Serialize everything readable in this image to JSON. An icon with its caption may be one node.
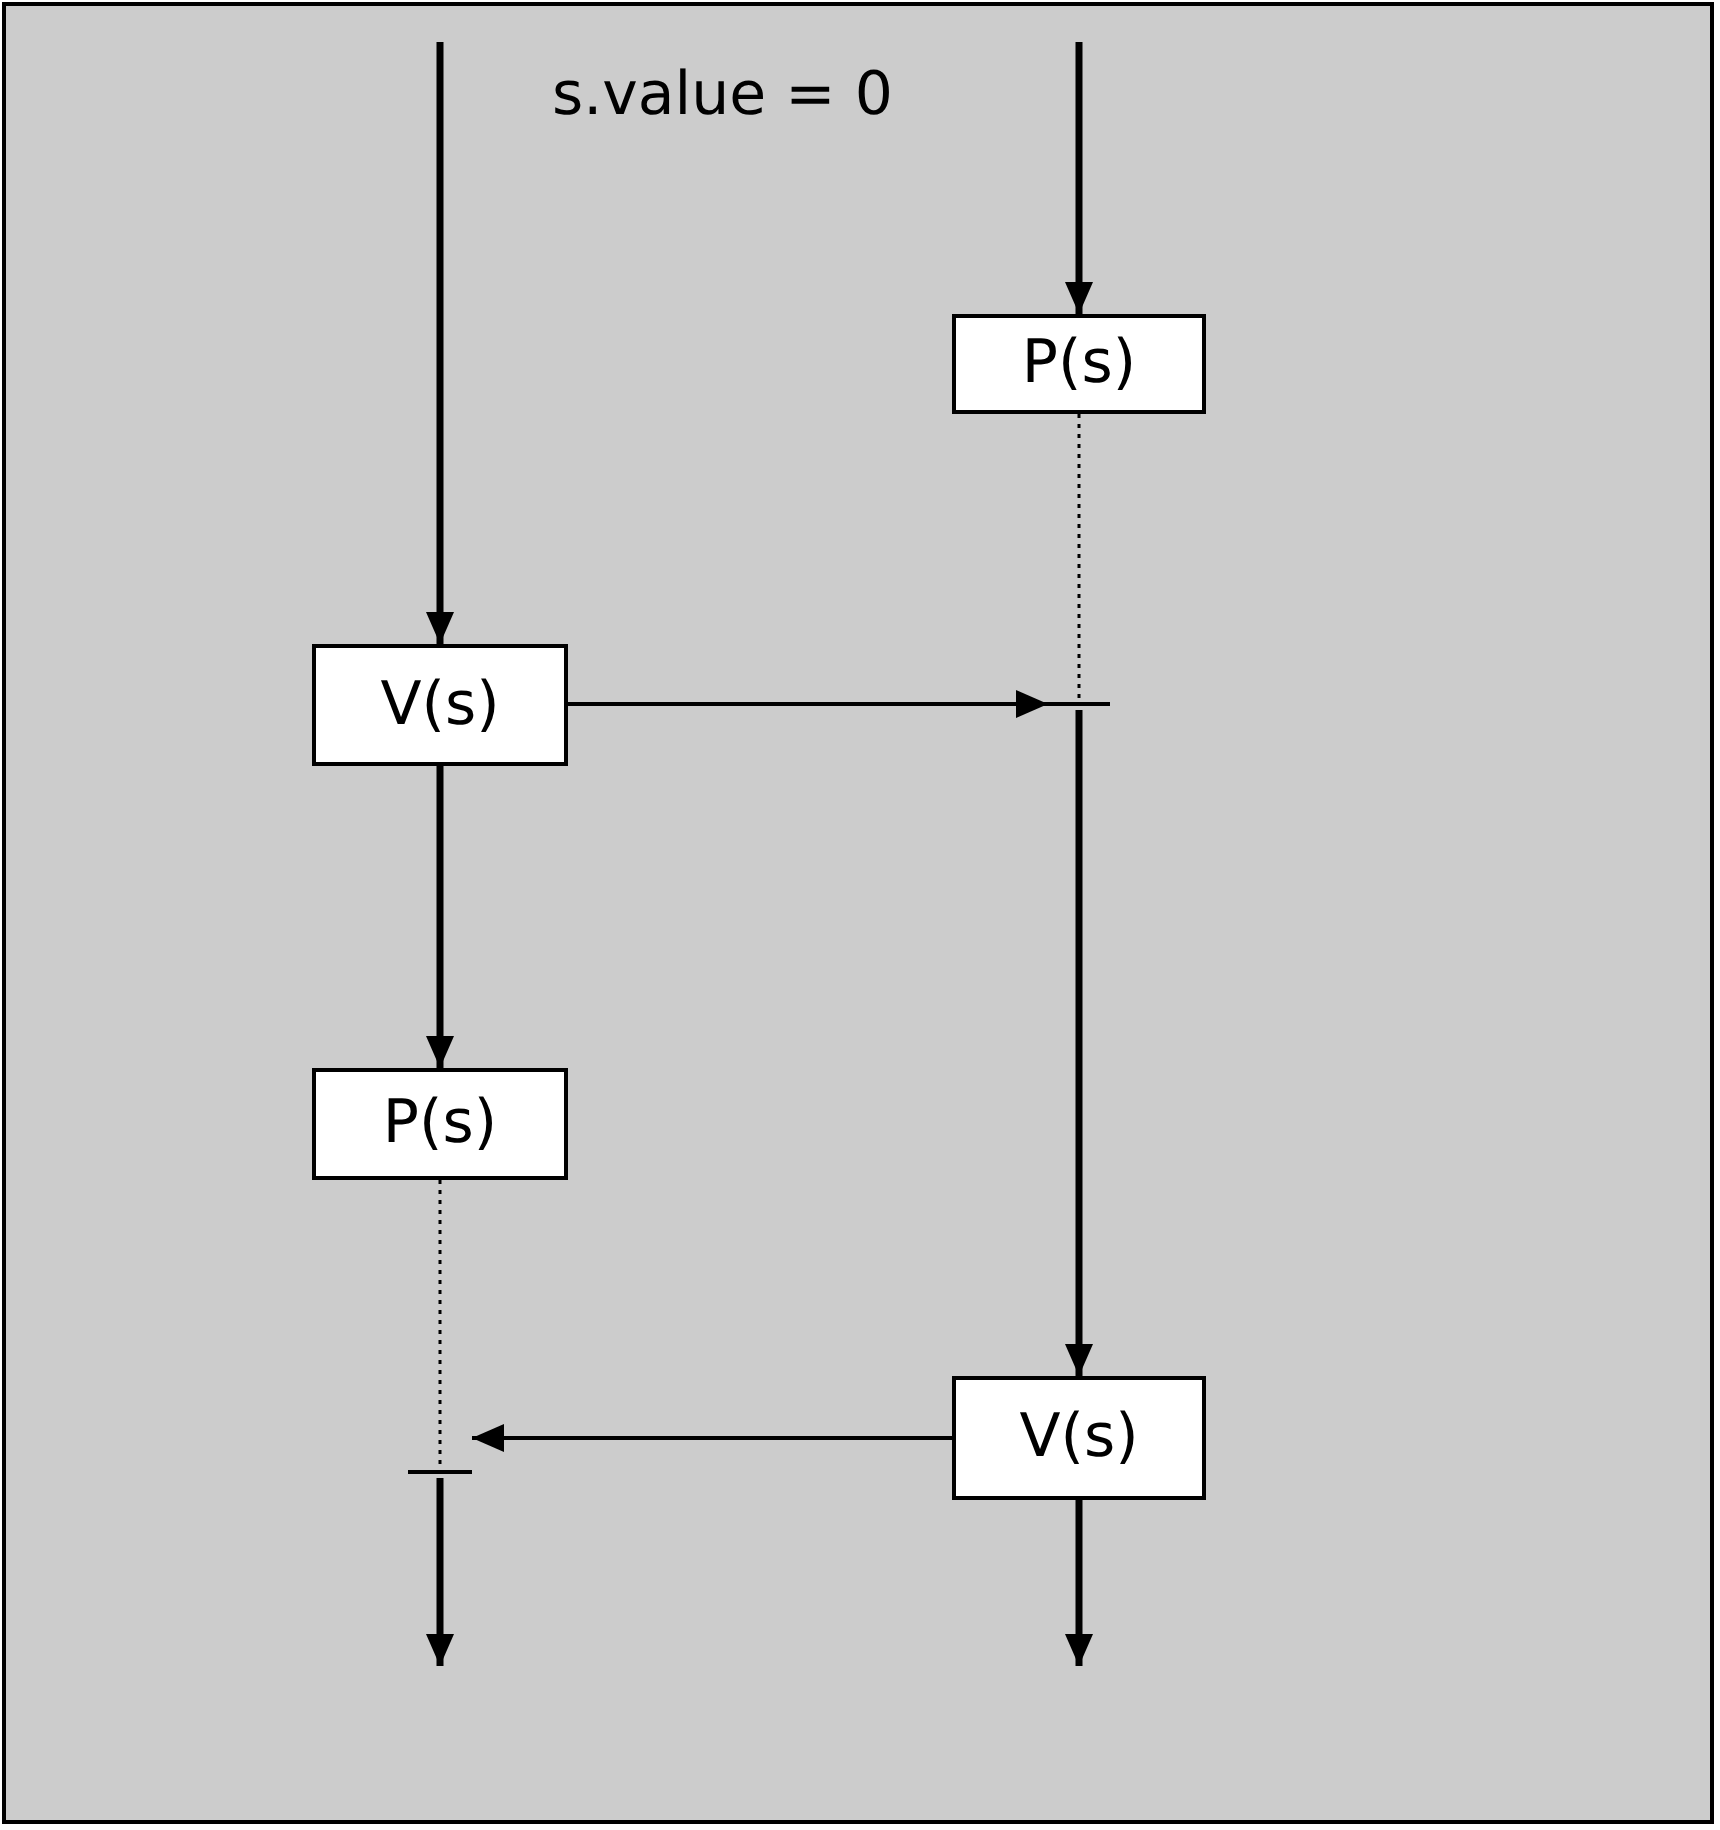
{
  "diagram": {
    "nodes": [
      {
        "text": [
          "V(s)"
        ]
      },
      {
        "text": [
          "P(s)"
        ]
      },
      {
        "text": [
          "P(s)"
        ]
      },
      {
        "text": [
          "V(s)"
        ]
      },
      {
        "text": [],
        "shape": "bar"
      },
      {
        "text": [],
        "shape": "bar"
      }
    ],
    "edges": [
      {
        "from": null,
        "to": 0,
        "arrow": "to"
      },
      {
        "from": 0,
        "to": 1,
        "arrow": "to"
      },
      {
        "from": 1,
        "to": 5,
        "arrow": "none",
        "style": "dashed"
      },
      {
        "from": 5,
        "to": null,
        "arrow": "to"
      },
      {
        "from": null,
        "to": 2,
        "arrow": "to"
      },
      {
        "from": 2,
        "to": 4,
        "arrow": "none",
        "style": "dashed"
      },
      {
        "from": 4,
        "to": 3,
        "arrow": "to"
      },
      {
        "from": 3,
        "to": null,
        "arrow": "to"
      },
      {
        "from": 0,
        "to": 4,
        "arrow": "to"
      },
      {
        "from": 3,
        "to": 5,
        "arrow": "to"
      }
    ],
    "labels": [
      "s.value = 0"
    ]
  }
}
